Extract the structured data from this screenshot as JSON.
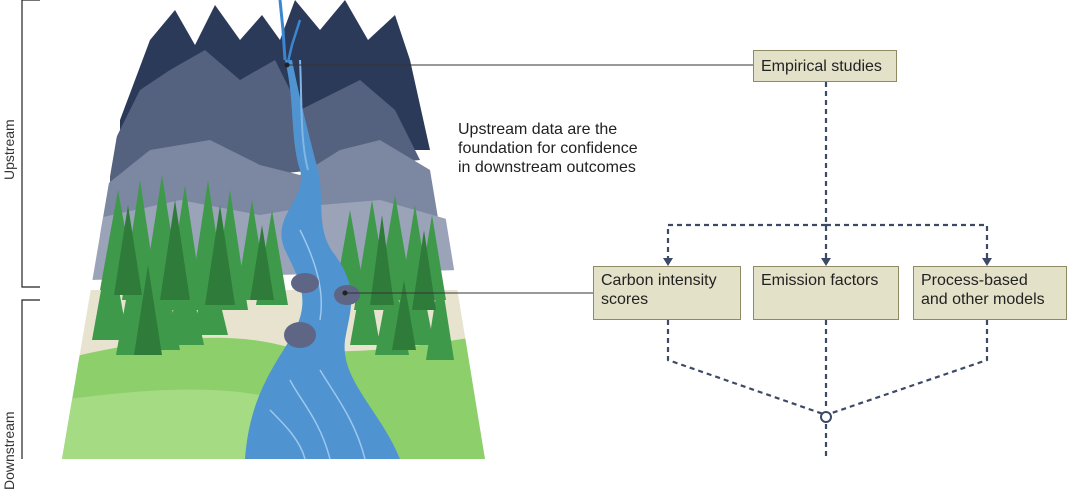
{
  "colors": {
    "node_fill": "#e4e1c9",
    "node_border": "#8f8a64",
    "connector": "#3d4a66",
    "bracket": "#222222",
    "river": "#4f93d1",
    "forest": "#3e9a4a",
    "mountain_far": "#2c3a5a",
    "mountain_mid": "#5b6784",
    "meadow": "#8ccf6b"
  },
  "sides": {
    "upstream": "Upstream",
    "downstream": "Downstream"
  },
  "annotation": {
    "line1": "Upstream data are the",
    "line2": "foundation for confidence",
    "line3": "in downstream outcomes"
  },
  "nodes": {
    "empirical": "Empirical studies",
    "carbon_line1": "Carbon intensity",
    "carbon_line2": "scores",
    "emission": "Emission factors",
    "process_line1": "Process-based",
    "process_line2": "and other models"
  }
}
